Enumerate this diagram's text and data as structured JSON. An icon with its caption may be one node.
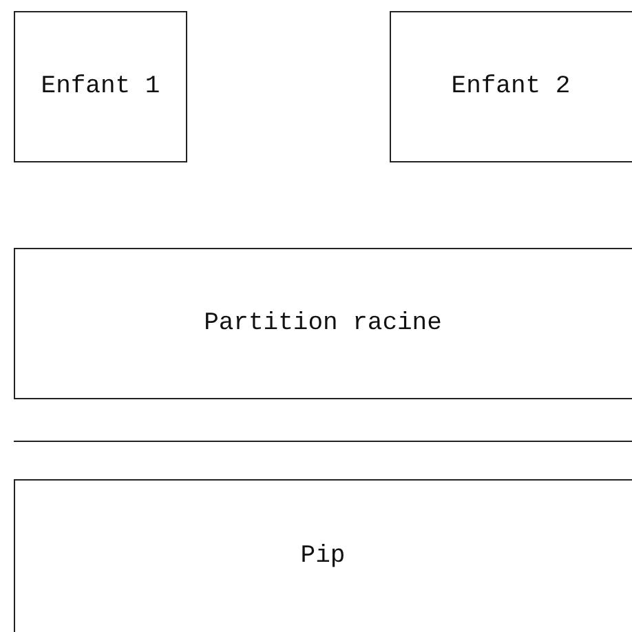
{
  "diagram": {
    "nodes": [
      {
        "text": [
          "Enfant 1"
        ]
      },
      {
        "text": [
          "Enfant 2"
        ]
      },
      {
        "text": [
          "Partition racine"
        ]
      },
      {
        "text": [
          "Pip"
        ]
      }
    ],
    "edges": []
  }
}
